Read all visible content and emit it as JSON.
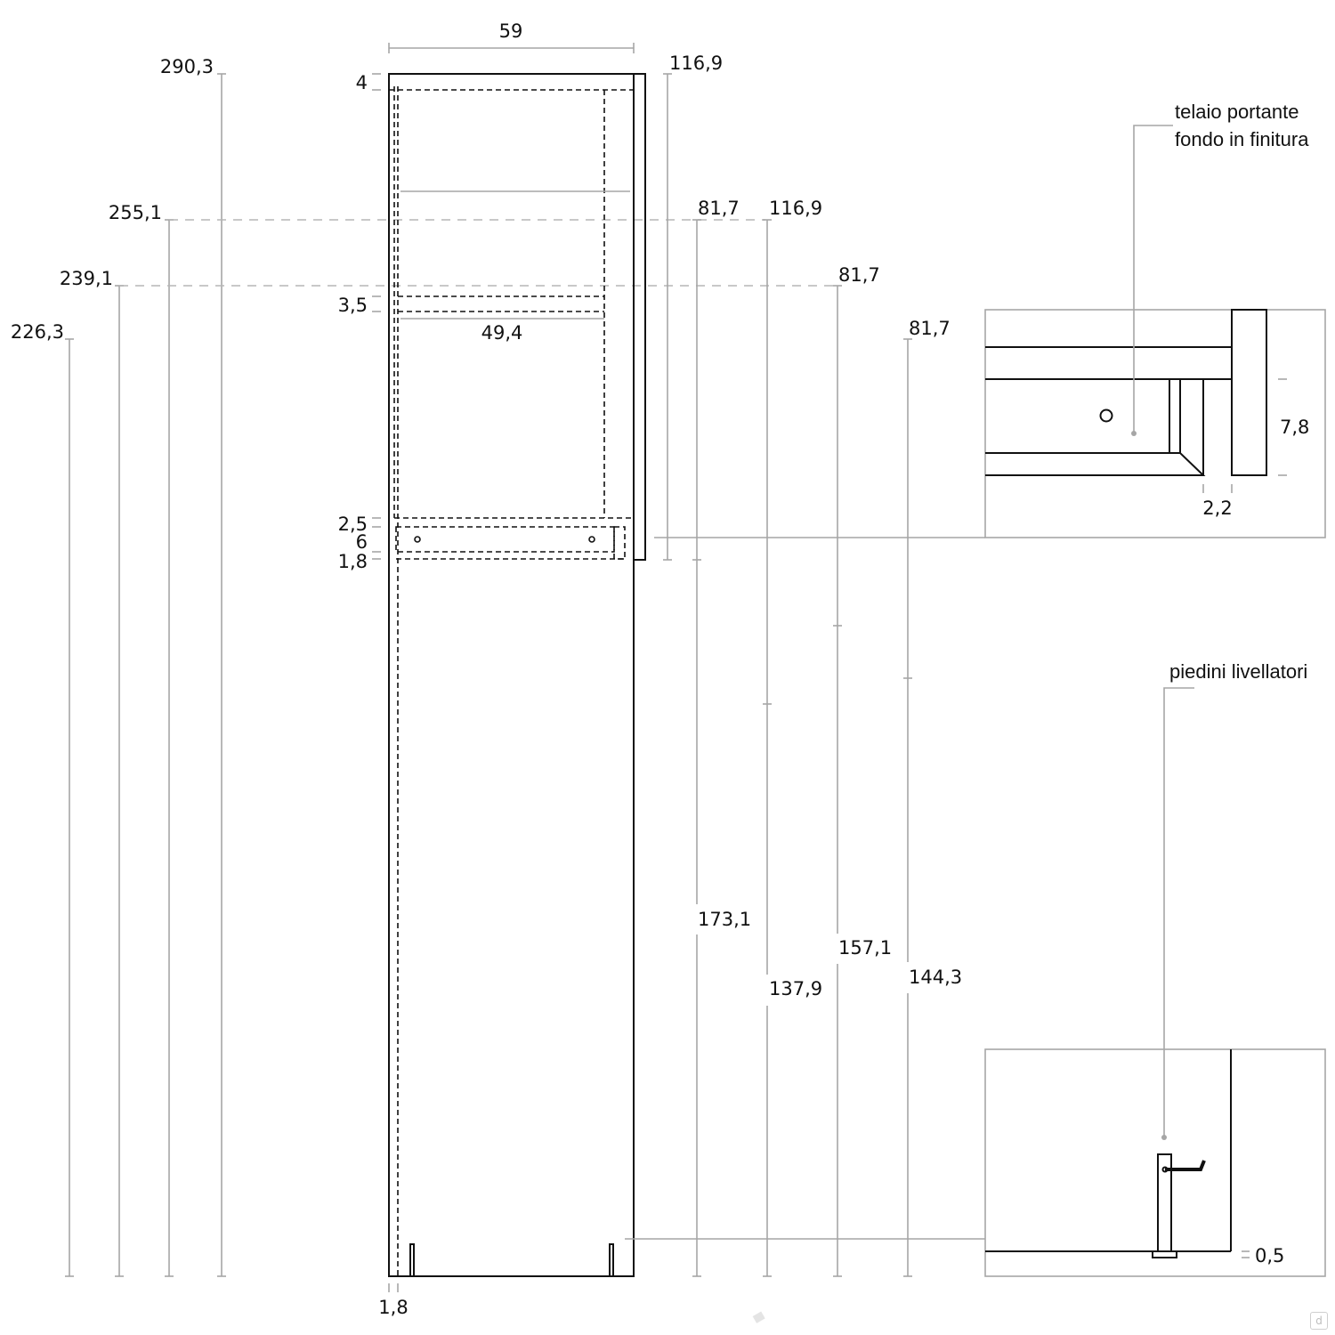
{
  "dimensions": {
    "width_top": "59",
    "h_290_3": "290,3",
    "h_255_1": "255,1",
    "h_239_1": "239,1",
    "h_226_3": "226,3",
    "top_4": "4",
    "shelf_3_5": "3,5",
    "inner_49_4": "49,4",
    "gap_2_5": "2,5",
    "rail_6": "6",
    "base_1_8": "1,8",
    "bottom_1_8": "1,8",
    "door_116_9_a": "116,9",
    "door_81_7_a": "81,7",
    "door_116_9_b": "116,9",
    "door_81_7_b": "81,7",
    "door_81_7_c": "81,7",
    "col_173_1": "173,1",
    "col_137_9": "137,9",
    "col_157_1": "157,1",
    "col_144_3": "144,3"
  },
  "details": {
    "frame_label_1": "telaio portante",
    "frame_label_2": "fondo in finitura",
    "frame_7_8": "7,8",
    "frame_2_2": "2,2",
    "feet_label": "piedini livellatori",
    "feet_0_5": "0,5"
  },
  "watermark": "d"
}
